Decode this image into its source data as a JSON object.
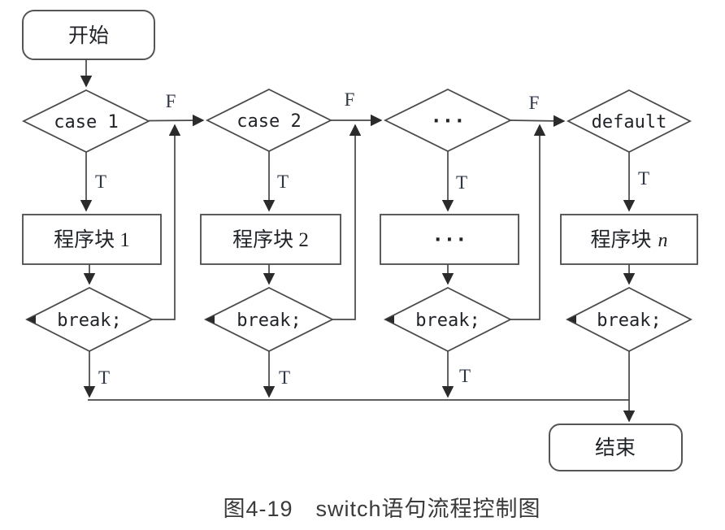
{
  "diagram": {
    "start_label": "开始",
    "end_label": "结束",
    "true_label": "T",
    "false_label": "F",
    "cases": [
      {
        "cond": "case 1",
        "block": "程序块 1",
        "brk": "break;"
      },
      {
        "cond": "case 2",
        "block": "程序块 2",
        "brk": "break;"
      },
      {
        "cond": "···",
        "block": "···",
        "brk": "break;"
      },
      {
        "cond": "default",
        "block_prefix": "程序块",
        "block_var": "n",
        "brk": "break;"
      }
    ]
  },
  "caption": "图4-19　switch语句流程控制图",
  "colors": {
    "line": "#474747",
    "text": "#1f2227",
    "caption": "#3a3a3a"
  }
}
